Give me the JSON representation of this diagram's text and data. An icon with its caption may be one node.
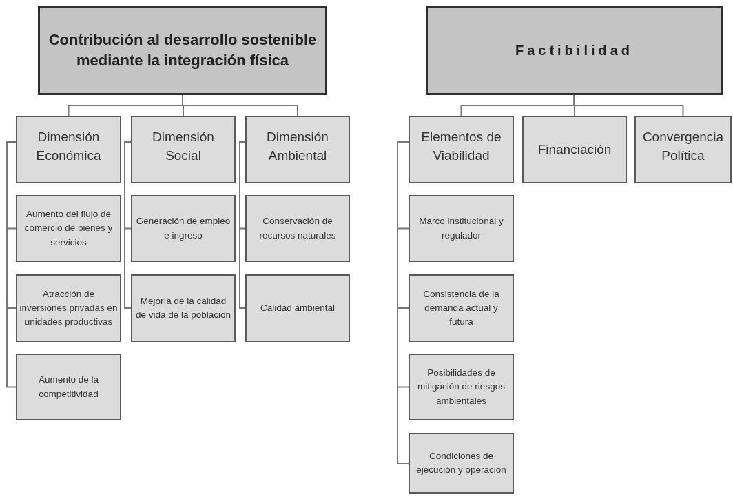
{
  "diagram": {
    "nodes": [
      {
        "text": [
          "Contribución al desarrollo sostenible mediante la integración física"
        ]
      },
      {
        "text": [
          "Dimensión Económica"
        ]
      },
      {
        "text": [
          "Dimensión Social"
        ]
      },
      {
        "text": [
          "Dimensión Ambiental"
        ]
      },
      {
        "text": [
          "Aumento del flujo de comercio de bienes y servicios"
        ]
      },
      {
        "text": [
          "Atracción de inversiones privadas en unidades productivas"
        ]
      },
      {
        "text": [
          "Aumento de la competitividad"
        ]
      },
      {
        "text": [
          "Generación de empleo e ingreso"
        ]
      },
      {
        "text": [
          "Mejoría de la calidad de vida de la población"
        ]
      },
      {
        "text": [
          "Conservación de recursos naturales"
        ]
      },
      {
        "text": [
          "Calidad ambiental"
        ]
      },
      {
        "text": [
          "Factibilidad"
        ]
      },
      {
        "text": [
          "Elementos de Viabilidad"
        ]
      },
      {
        "text": [
          "Financiación"
        ]
      },
      {
        "text": [
          "Convergencia Política"
        ]
      },
      {
        "text": [
          "Marco institucional y regulador"
        ]
      },
      {
        "text": [
          "Consistencia de la demanda actual y futura"
        ]
      },
      {
        "text": [
          "Posibilidades de mitigación de riesgos ambientales"
        ]
      },
      {
        "text": [
          "Condiciones de ejecución y operación"
        ]
      }
    ],
    "edges": [
      {
        "from": 0,
        "to": 1,
        "arrow": "none"
      },
      {
        "from": 0,
        "to": 2,
        "arrow": "none"
      },
      {
        "from": 0,
        "to": 3,
        "arrow": "none"
      },
      {
        "from": 1,
        "to": 4,
        "arrow": "none"
      },
      {
        "from": 1,
        "to": 5,
        "arrow": "none"
      },
      {
        "from": 1,
        "to": 6,
        "arrow": "none"
      },
      {
        "from": 2,
        "to": 7,
        "arrow": "none"
      },
      {
        "from": 2,
        "to": 8,
        "arrow": "none"
      },
      {
        "from": 3,
        "to": 9,
        "arrow": "none"
      },
      {
        "from": 3,
        "to": 10,
        "arrow": "none"
      },
      {
        "from": 11,
        "to": 12,
        "arrow": "none"
      },
      {
        "from": 11,
        "to": 13,
        "arrow": "none"
      },
      {
        "from": 11,
        "to": 14,
        "arrow": "none"
      },
      {
        "from": 12,
        "to": 15,
        "arrow": "none"
      },
      {
        "from": 12,
        "to": 16,
        "arrow": "none"
      },
      {
        "from": 12,
        "to": 17,
        "arrow": "none"
      },
      {
        "from": 12,
        "to": 18,
        "arrow": "none"
      }
    ]
  }
}
